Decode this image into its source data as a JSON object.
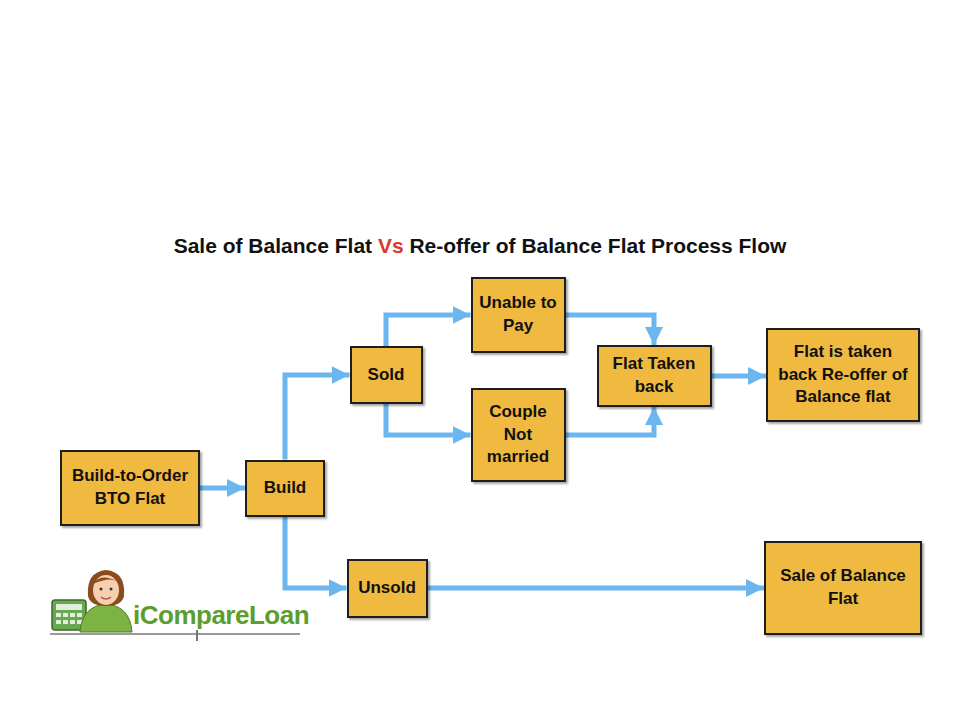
{
  "diagram": {
    "title": "Sale of Balance Flat Vs Re-offer of Balance Flat Process Flow",
    "nodes": [
      {
        "text": [
          "Build-to-Order BTO Flat"
        ]
      },
      {
        "text": [
          "Build"
        ]
      },
      {
        "text": [
          "Sold"
        ]
      },
      {
        "text": [
          "Unable to Pay"
        ]
      },
      {
        "text": [
          "Couple Not married"
        ]
      },
      {
        "text": [
          "Flat Taken back"
        ]
      },
      {
        "text": [
          "Flat is taken back Re-offer of Balance flat"
        ]
      },
      {
        "text": [
          "Unsold"
        ]
      },
      {
        "text": [
          "Sale of Balance Flat"
        ]
      }
    ],
    "edges": [
      {
        "from": 0,
        "to": 1,
        "arrow": "to"
      },
      {
        "from": 1,
        "to": 2,
        "arrow": "to"
      },
      {
        "from": 1,
        "to": 7,
        "arrow": "to"
      },
      {
        "from": 2,
        "to": 3,
        "arrow": "to"
      },
      {
        "from": 2,
        "to": 4,
        "arrow": "to"
      },
      {
        "from": 3,
        "to": 5,
        "arrow": "to"
      },
      {
        "from": 4,
        "to": 5,
        "arrow": "to"
      },
      {
        "from": 5,
        "to": 6,
        "arrow": "to"
      },
      {
        "from": 7,
        "to": 8,
        "arrow": "to"
      }
    ],
    "labels": [
      "iCompareLoan"
    ]
  }
}
